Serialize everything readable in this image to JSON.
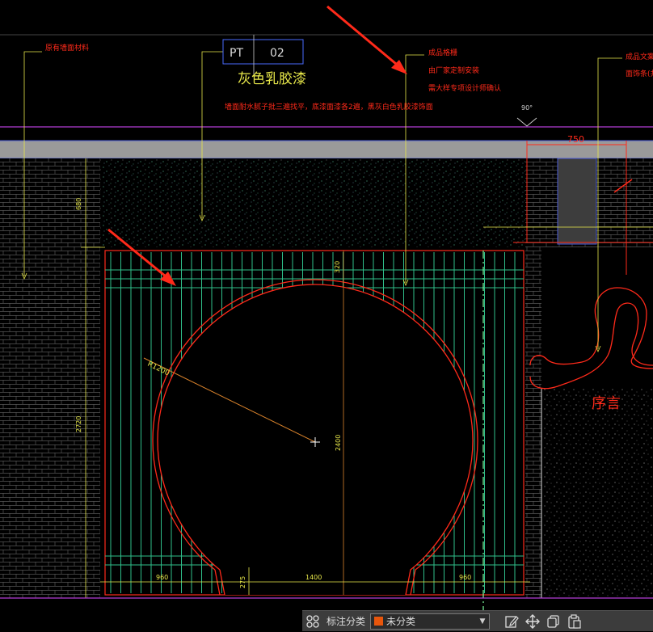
{
  "drawing": {
    "pt_tag": {
      "code": "PT",
      "number": "02"
    },
    "material_title": "灰色乳胶漆",
    "annotations": {
      "left_wall_note": "原有墙面材料",
      "wall_finish_note": "墙面耐水腻子批三遍找平，底漆面漆各2遍，黑灰白色乳胶漆饰面",
      "product_note_line1": "成品格栅",
      "product_note_line2": "由厂家定制安装",
      "product_note_line3": "需大样专项设计师确认",
      "right_note_line1": "成品文案",
      "right_note_line2": "面饰条(共)"
    },
    "dimensions": {
      "angle": "90°",
      "width_750": "750",
      "height_680": "680",
      "height_2720": "2720",
      "height_320": "320",
      "radius": "R1200",
      "height_2400": "2400",
      "bottom_left": "960",
      "bottom_mid": "1400",
      "bottom_right": "960",
      "step_275": "275"
    },
    "sign_text": "序言",
    "colors": {
      "background": "#000000",
      "red": "#ff2a1a",
      "yellow": "#e8e84a",
      "green": "#2fbf8a",
      "purple": "#b23cd6",
      "orange": "#d9822b"
    }
  },
  "toolbar": {
    "label": "标注分类",
    "selected": "未分类",
    "swatch_color": "#e8560c",
    "icons": [
      "grid-icon",
      "edit-icon",
      "move-icon",
      "copy-icon",
      "paste-icon"
    ]
  }
}
